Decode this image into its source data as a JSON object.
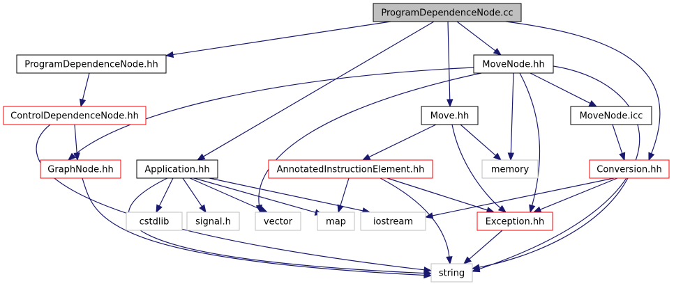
{
  "colors": {
    "edge": "#191970",
    "focus_fill": "#bfbfbf",
    "border_documented": "#000000",
    "border_has_more": "#ff0000",
    "border_external": "#bfbfbf",
    "text": "#000000",
    "text_external": "#3f3f3f"
  },
  "nodes": {
    "pdn_cc": {
      "label": "ProgramDependenceNode.cc",
      "kind": "focus"
    },
    "pdn_hh": {
      "label": "ProgramDependenceNode.hh",
      "kind": "documented"
    },
    "movenode_hh": {
      "label": "MoveNode.hh",
      "kind": "documented"
    },
    "cdn_hh": {
      "label": "ControlDependenceNode.hh",
      "kind": "has_more"
    },
    "move_hh": {
      "label": "Move.hh",
      "kind": "documented"
    },
    "movenode_icc": {
      "label": "MoveNode.icc",
      "kind": "documented"
    },
    "graphnode_hh": {
      "label": "GraphNode.hh",
      "kind": "has_more"
    },
    "application_hh": {
      "label": "Application.hh",
      "kind": "documented"
    },
    "aie_hh": {
      "label": "AnnotatedInstructionElement.hh",
      "kind": "has_more"
    },
    "memory": {
      "label": "memory",
      "kind": "external"
    },
    "conversion_hh": {
      "label": "Conversion.hh",
      "kind": "has_more"
    },
    "cstdlib": {
      "label": "cstdlib",
      "kind": "external"
    },
    "signal_h": {
      "label": "signal.h",
      "kind": "external"
    },
    "vector": {
      "label": "vector",
      "kind": "external"
    },
    "map": {
      "label": "map",
      "kind": "external"
    },
    "iostream": {
      "label": "iostream",
      "kind": "external"
    },
    "exception_hh": {
      "label": "Exception.hh",
      "kind": "has_more"
    },
    "string": {
      "label": "string",
      "kind": "external"
    }
  },
  "edges": [
    {
      "from": "pdn_cc",
      "to": "pdn_hh"
    },
    {
      "from": "pdn_cc",
      "to": "movenode_hh"
    },
    {
      "from": "pdn_cc",
      "to": "move_hh"
    },
    {
      "from": "pdn_cc",
      "to": "application_hh"
    },
    {
      "from": "pdn_cc",
      "to": "conversion_hh"
    },
    {
      "from": "pdn_hh",
      "to": "cdn_hh"
    },
    {
      "from": "cdn_hh",
      "to": "graphnode_hh"
    },
    {
      "from": "cdn_hh",
      "to": "string"
    },
    {
      "from": "movenode_hh",
      "to": "graphnode_hh"
    },
    {
      "from": "movenode_hh",
      "to": "vector"
    },
    {
      "from": "movenode_hh",
      "to": "memory"
    },
    {
      "from": "movenode_hh",
      "to": "movenode_icc"
    },
    {
      "from": "movenode_hh",
      "to": "exception_hh"
    },
    {
      "from": "movenode_hh",
      "to": "string"
    },
    {
      "from": "move_hh",
      "to": "aie_hh"
    },
    {
      "from": "move_hh",
      "to": "memory"
    },
    {
      "from": "move_hh",
      "to": "exception_hh"
    },
    {
      "from": "movenode_icc",
      "to": "conversion_hh"
    },
    {
      "from": "graphnode_hh",
      "to": "string"
    },
    {
      "from": "application_hh",
      "to": "cstdlib"
    },
    {
      "from": "application_hh",
      "to": "signal_h"
    },
    {
      "from": "application_hh",
      "to": "vector"
    },
    {
      "from": "application_hh",
      "to": "map"
    },
    {
      "from": "application_hh",
      "to": "iostream"
    },
    {
      "from": "application_hh",
      "to": "string"
    },
    {
      "from": "aie_hh",
      "to": "map"
    },
    {
      "from": "aie_hh",
      "to": "exception_hh"
    },
    {
      "from": "aie_hh",
      "to": "string"
    },
    {
      "from": "conversion_hh",
      "to": "iostream"
    },
    {
      "from": "conversion_hh",
      "to": "exception_hh"
    },
    {
      "from": "conversion_hh",
      "to": "string"
    },
    {
      "from": "exception_hh",
      "to": "string"
    }
  ]
}
